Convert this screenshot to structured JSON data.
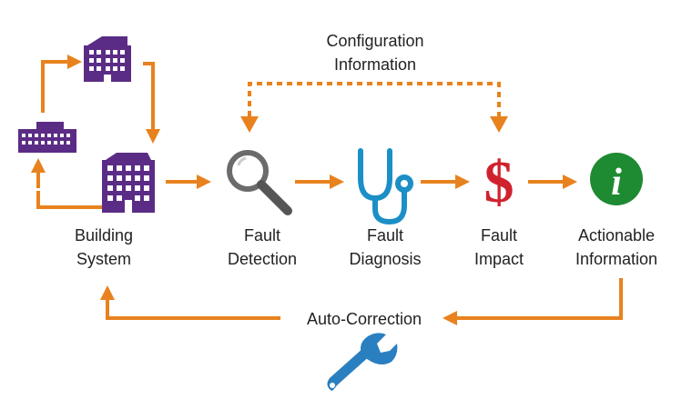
{
  "colors": {
    "arrow": "#E8821E",
    "building": "#5B2C86",
    "building_window": "#FFFFFF",
    "magnifier_handle": "#555555",
    "magnifier_ring": "#6B6B6B",
    "stethoscope": "#1B8FC6",
    "dollar": "#D0222E",
    "info_circle": "#1E8A32",
    "wrench": "#2A7FC0",
    "text": "#222222"
  },
  "icons": {
    "building_top": "building-icon",
    "building_small": "building-icon",
    "building_main": "building-icon",
    "fault_detection": "magnifier-icon",
    "fault_diagnosis": "stethoscope-icon",
    "fault_impact": "dollar-sign-icon",
    "actionable_information": "info-icon",
    "auto_correction": "wrench-icon"
  },
  "nodes": {
    "building_system": {
      "line1": "Building",
      "line2": "System"
    },
    "fault_detection": {
      "line1": "Fault",
      "line2": "Detection"
    },
    "fault_diagnosis": {
      "line1": "Fault",
      "line2": "Diagnosis"
    },
    "fault_impact": {
      "line1": "Fault",
      "line2": "Impact"
    },
    "actionable_information": {
      "line1": "Actionable",
      "line2": "Information"
    }
  },
  "dollar_glyph": "$",
  "info_glyph": "i",
  "configuration": {
    "line1": "Configuration",
    "line2": "Information"
  },
  "auto_correction": {
    "label": "Auto-Correction"
  }
}
